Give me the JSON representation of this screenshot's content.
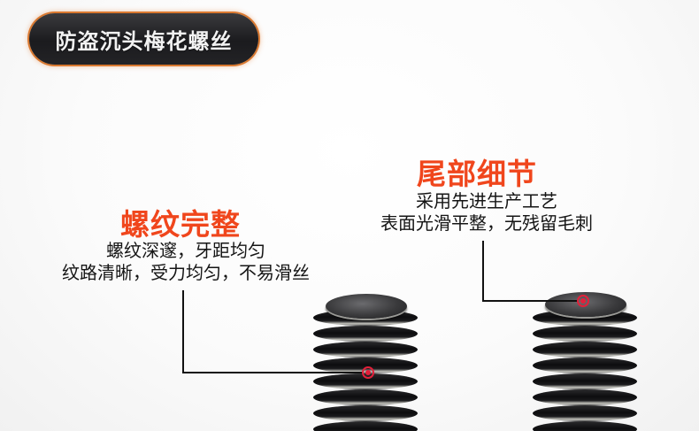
{
  "badge": {
    "title": "防盗沉头梅花螺丝"
  },
  "callouts": [
    {
      "heading": "螺纹完整",
      "lines": [
        "螺纹深邃，牙距均匀",
        "纹路清晰，受力均匀，不易滑丝"
      ]
    },
    {
      "heading": "尾部细节",
      "lines": [
        "采用先进生产工艺",
        "表面光滑平整，无残留毛刺"
      ]
    }
  ],
  "colors": {
    "heading": "#f0461c",
    "badge_bg": "#1f1f22",
    "badge_border": "#d9782f",
    "marker": "#e3203a"
  },
  "icons": [
    "target-marker-icon",
    "target-marker-icon"
  ]
}
